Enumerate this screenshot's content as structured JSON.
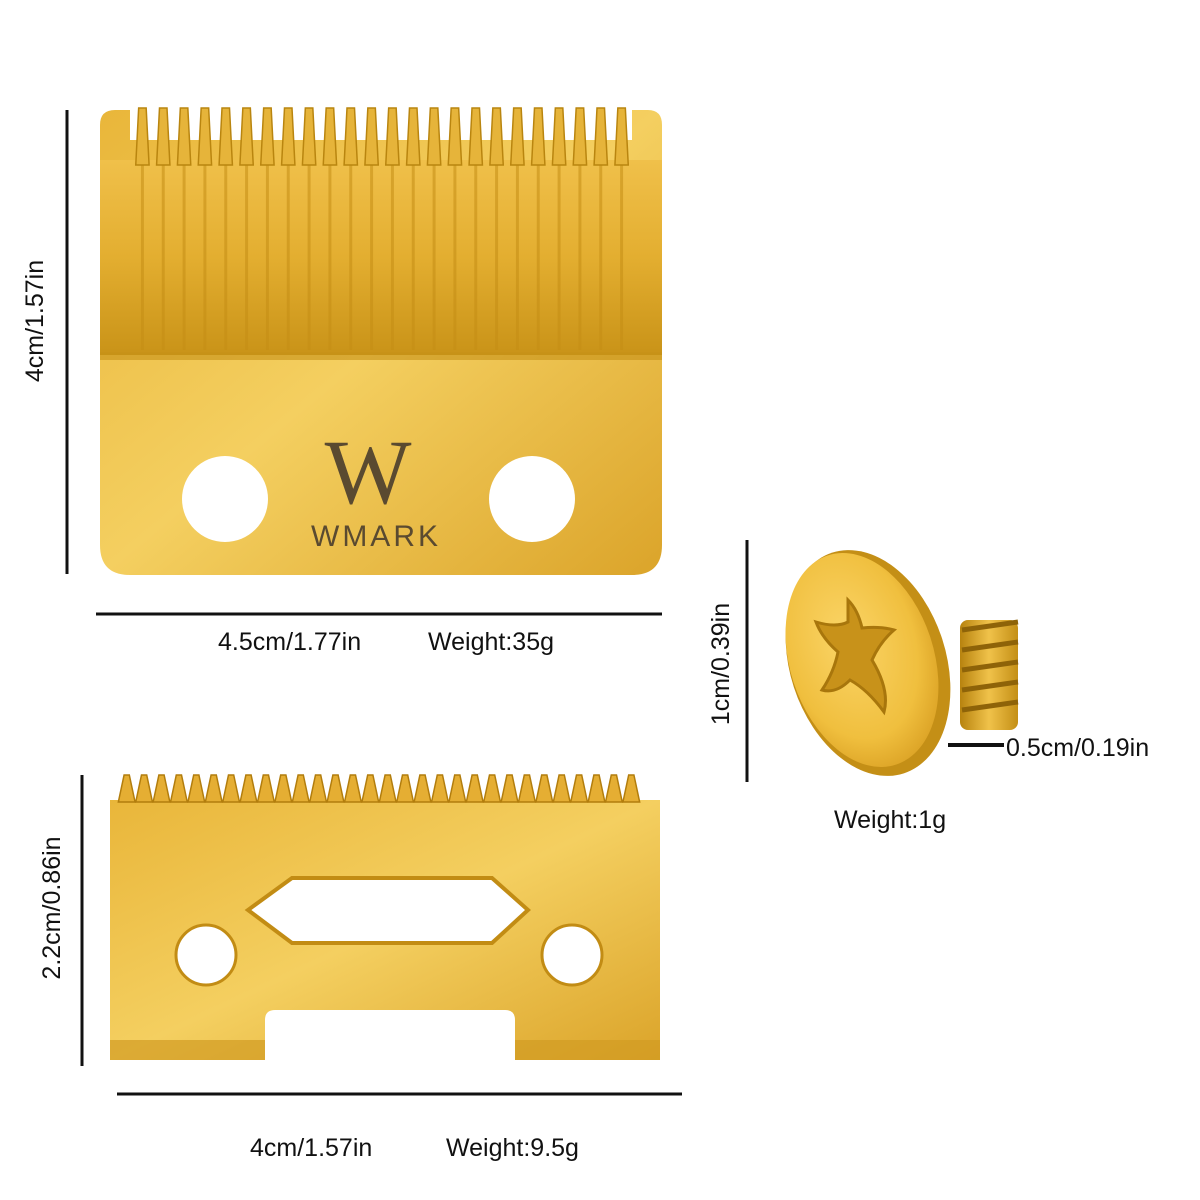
{
  "top_blade": {
    "brand_letter": "W",
    "brand_name": "WMARK",
    "height_label": "4cm/1.57in",
    "width_label": "4.5cm/1.77in",
    "weight_label": "Weight:35g"
  },
  "bottom_blade": {
    "height_label": "2.2cm/0.86in",
    "width_label": "4cm/1.57in",
    "weight_label": "Weight:9.5g"
  },
  "screw": {
    "height_label": "1cm/0.39in",
    "thread_label": "0.5cm/0.19in",
    "weight_label": "Weight:1g"
  },
  "colors": {
    "gold_light": "#f2c95a",
    "gold_mid": "#e0a82a",
    "gold_dark": "#b8820f",
    "engraving": "#5a4a30"
  }
}
